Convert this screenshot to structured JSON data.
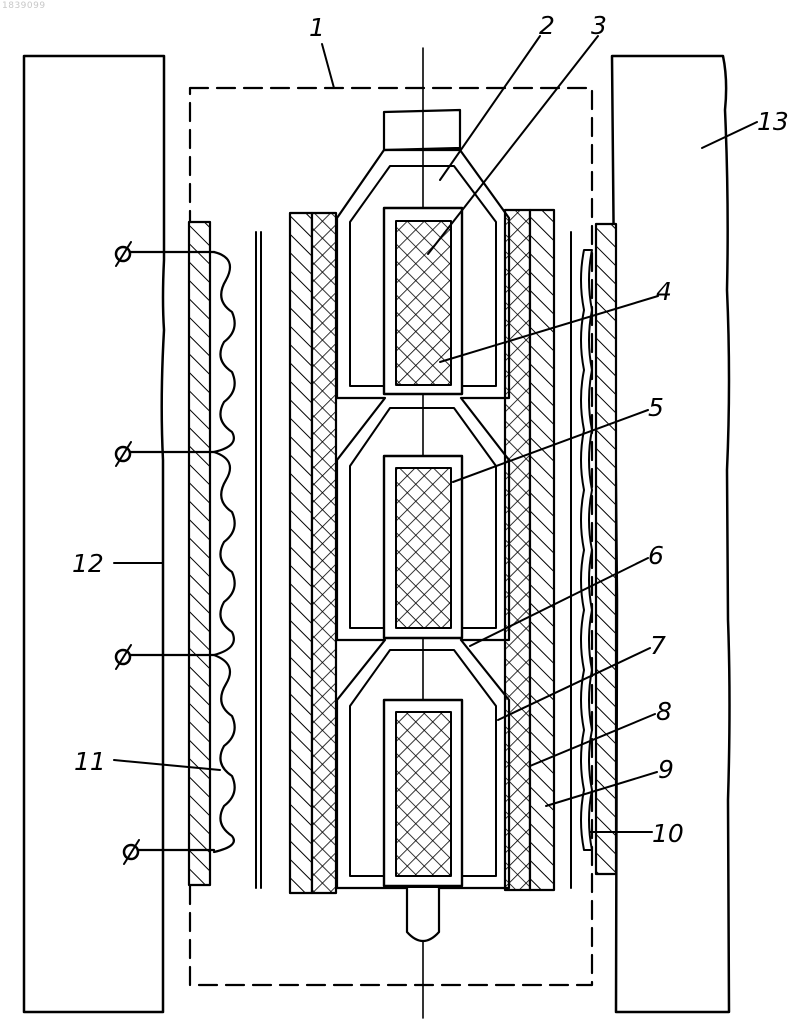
{
  "watermark": "1839099",
  "labels": {
    "l1": "1",
    "l2": "2",
    "l3": "3",
    "l4": "4",
    "l5": "5",
    "l6": "6",
    "l7": "7",
    "l8": "8",
    "l9": "9",
    "l10": "10",
    "l11": "11",
    "l12": "12",
    "l13": "13"
  }
}
